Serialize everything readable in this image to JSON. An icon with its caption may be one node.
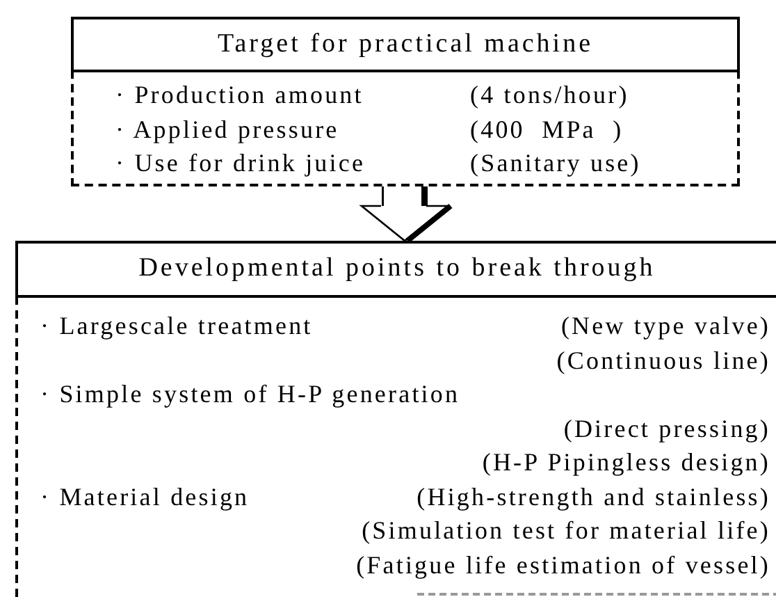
{
  "diagram": {
    "nodes": [
      {
        "text": [
          "Target for practical machine",
          "· Production amount",
          "(4 tons/hour)",
          "· Applied pressure",
          "(400  MPa  )",
          "· Use for drink juice",
          "(Sanitary use)"
        ]
      },
      {
        "text": [
          "Developmental points to break through",
          "· Largescale treatment",
          "(New type valve)",
          "(Continuous line)",
          "· Simple system of H-P generation",
          "(Direct pressing)",
          "(H-P Pipingless design)",
          "· Material design",
          "(High-strength and stainless)",
          "(Simulation test for material life)",
          "(Fatigue life estimation of vessel)"
        ]
      }
    ],
    "edges": [
      {
        "from": 0,
        "to": 1,
        "arrow": "to"
      }
    ]
  }
}
